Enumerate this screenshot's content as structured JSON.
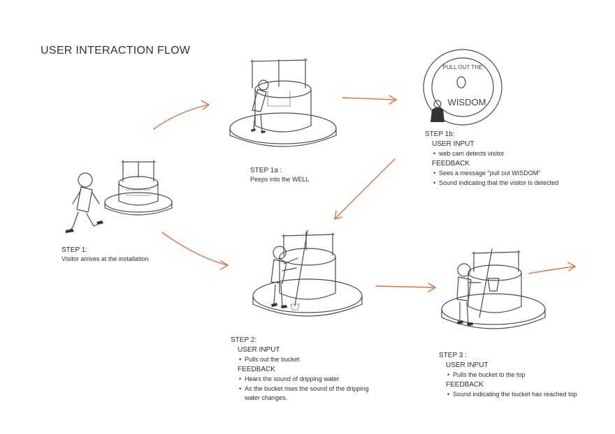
{
  "title": "USER INTERACTION FLOW",
  "steps": {
    "step1": {
      "heading": "STEP 1:",
      "text": "Visitor arrives at the installation"
    },
    "step1a": {
      "heading": "STEP 1a :",
      "text": "Peeps into the WELL"
    },
    "step1b": {
      "heading": "STEP 1b:",
      "user_input_label": "USER INPUT",
      "user_input": [
        "web cam detects visitor"
      ],
      "feedback_label": "FEEDBACK",
      "feedback": [
        "Sees a message \"pull out WISDOM\"",
        "Sound indicating that the visitor is detected"
      ]
    },
    "step2": {
      "heading": "STEP 2:",
      "user_input_label": "USER INPUT",
      "user_input": [
        "Pulls out the bucket"
      ],
      "feedback_label": "FEEDBACK",
      "feedback": [
        "Hears the sound of dripping water",
        "As the bucket rises the sound of the dripping water changes."
      ]
    },
    "step3": {
      "heading": "STEP 3 :",
      "user_input_label": "USER INPUT",
      "user_input": [
        "Pulls the bucket to the top"
      ],
      "feedback_label": "FEEDBACK",
      "feedback": [
        "Sound indicating the bucket has reached top"
      ]
    }
  },
  "well_message": {
    "top_text": "PULL OUT THE",
    "bottom_text": "WISDOM"
  },
  "colors": {
    "arrow": "#e0733c",
    "sketch": "#4a4a4a"
  }
}
